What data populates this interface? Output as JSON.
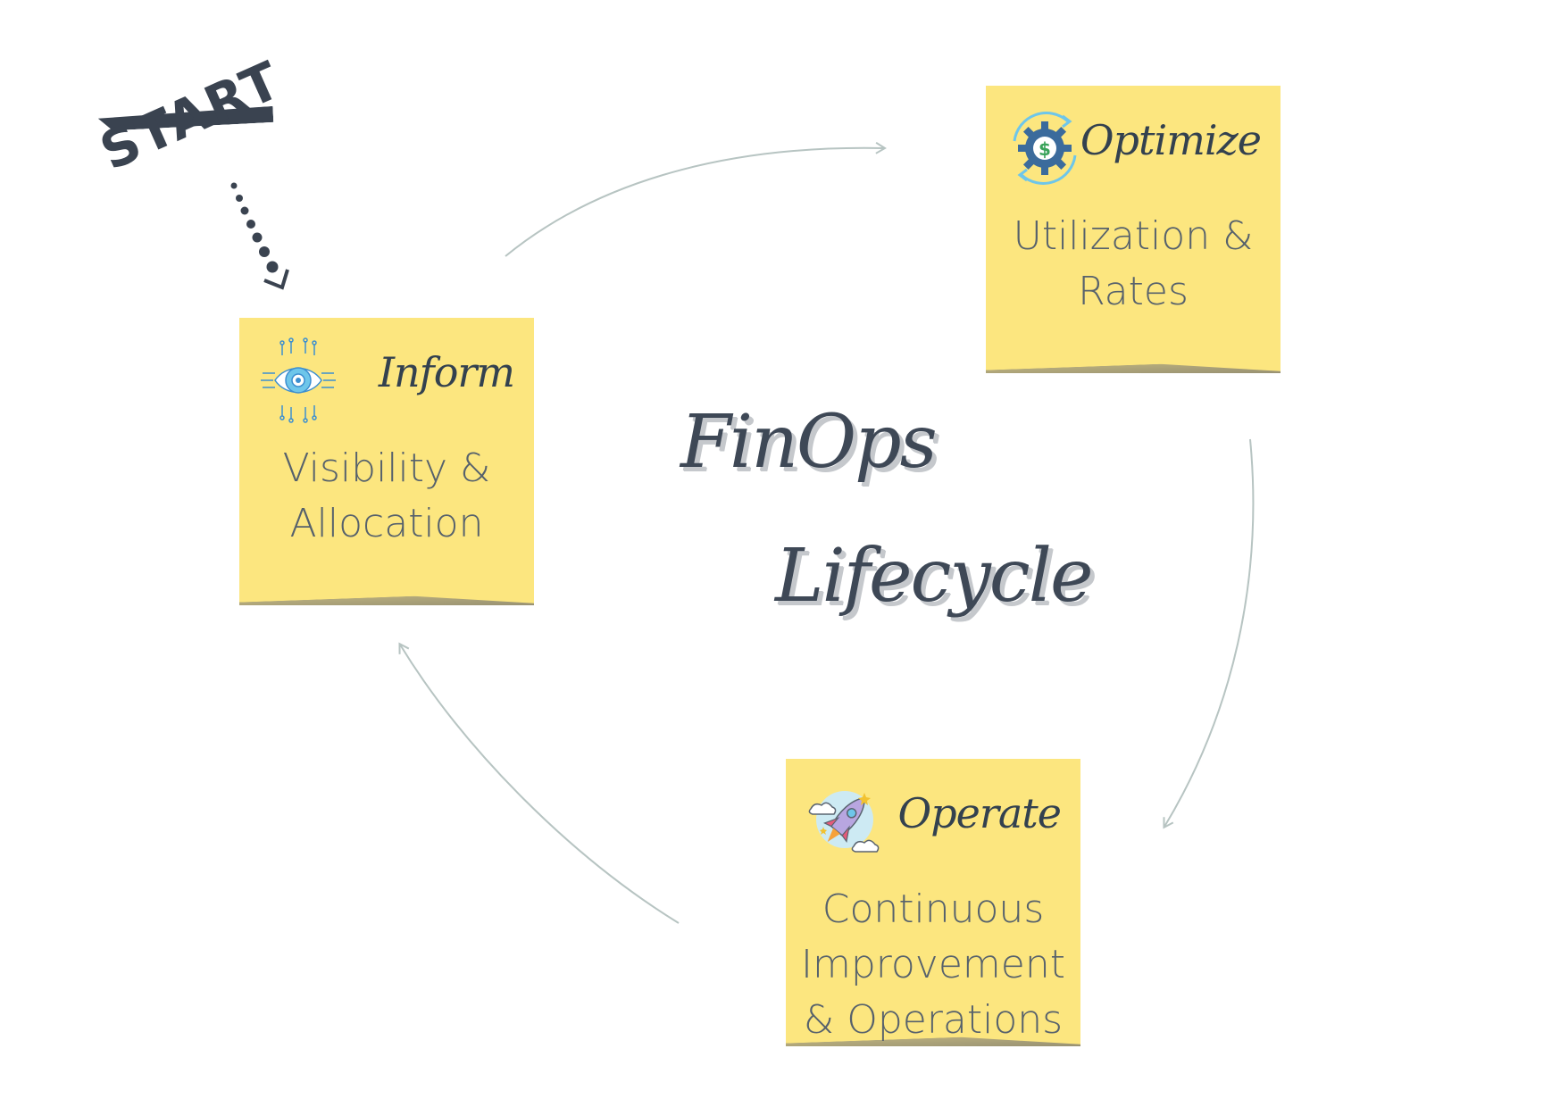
{
  "title": {
    "line1": "FinOps",
    "line2": "Lifecycle"
  },
  "start": {
    "label": "START"
  },
  "phases": {
    "inform": {
      "title": "Inform",
      "desc": [
        "Visibility &",
        "Allocation"
      ]
    },
    "optimize": {
      "title": "Optimize",
      "desc": [
        "Utilization &",
        "Rates"
      ]
    },
    "operate": {
      "title": "Operate",
      "desc": [
        "Continuous",
        "Improvement",
        "& Operations"
      ]
    }
  },
  "colors": {
    "note": "#fce67f",
    "text": "#33414f",
    "arrow": "#b7c4c2",
    "accent": "#3c8fd0"
  },
  "icons": {
    "inform": "eye-circuit-icon",
    "optimize": "gear-dollar-icon",
    "operate": "rocket-icon"
  }
}
